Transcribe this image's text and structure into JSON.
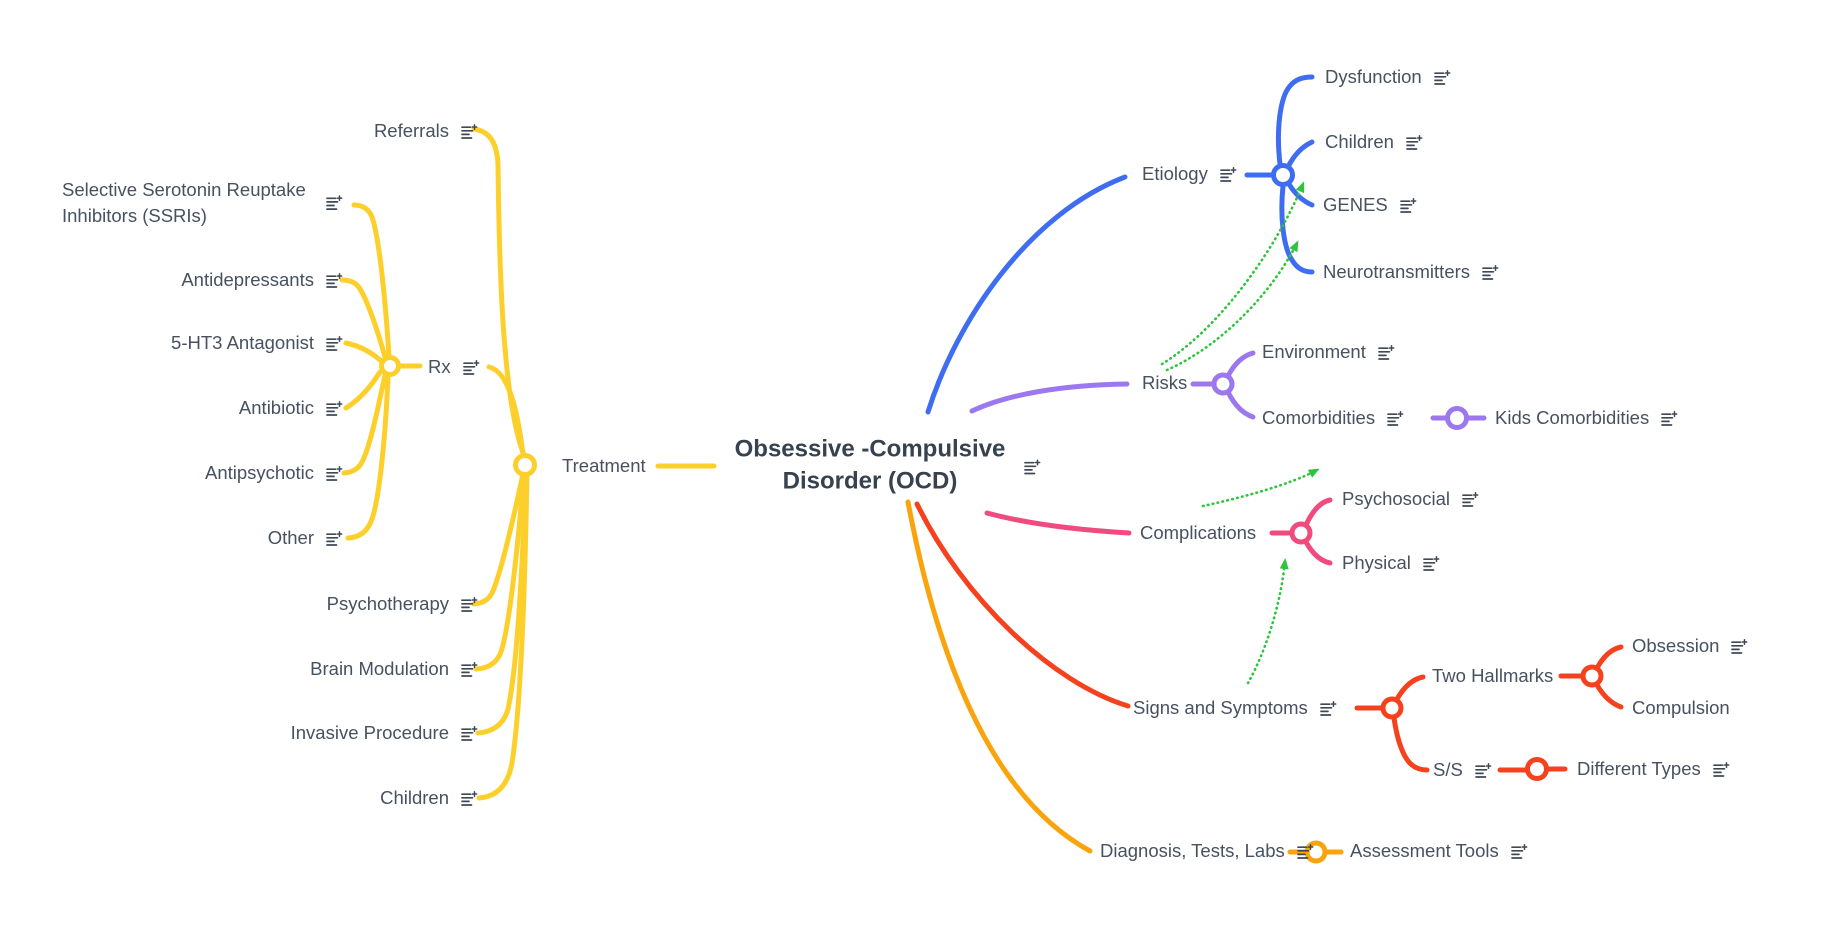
{
  "colors": {
    "yellow": "#FDCF2B",
    "orange": "#F9A40D",
    "blue": "#3E6DF1",
    "purple": "#9B78EE",
    "pink": "#F04A7E",
    "red": "#F5411D",
    "green": "#2EC43B",
    "text": "#475160",
    "title": "#37424F",
    "icon": "#3F4956",
    "background": "#FFFFFF"
  },
  "icons": {
    "note": "note-plus-icon"
  },
  "root": {
    "line1": "Obsessive -Compulsive",
    "line2": "Disorder (OCD)"
  },
  "nodes": {
    "referrals": {
      "label": "Referrals"
    },
    "ssris": {
      "label": "Selective Serotonin Reuptake Inhibitors (SSRIs)"
    },
    "antidepressants": {
      "label": "Antidepressants"
    },
    "ht3_antagonist": {
      "label": "5-HT3 Antagonist"
    },
    "rx": {
      "label": "Rx"
    },
    "antibiotic": {
      "label": "Antibiotic"
    },
    "antipsychotic": {
      "label": "Antipsychotic"
    },
    "other": {
      "label": "Other"
    },
    "treatment": {
      "label": "Treatment"
    },
    "psychotherapy": {
      "label": "Psychotherapy"
    },
    "brain_modulation": {
      "label": "Brain Modulation"
    },
    "invasive_procedure": {
      "label": "Invasive Procedure"
    },
    "children_treatment": {
      "label": "Children"
    },
    "etiology": {
      "label": "Etiology"
    },
    "dysfunction": {
      "label": "Dysfunction"
    },
    "children_etiology": {
      "label": "Children"
    },
    "genes": {
      "label": "GENES"
    },
    "neurotransmitters": {
      "label": "Neurotransmitters"
    },
    "risks": {
      "label": "Risks"
    },
    "environment": {
      "label": "Environment"
    },
    "comorbidities": {
      "label": "Comorbidities"
    },
    "kids_comorbidities": {
      "label": "Kids Comorbidities"
    },
    "complications": {
      "label": "Complications"
    },
    "psychosocial": {
      "label": "Psychosocial"
    },
    "physical": {
      "label": "Physical"
    },
    "signs_symptoms": {
      "label": "Signs and Symptoms"
    },
    "two_hallmarks": {
      "label": "Two Hallmarks"
    },
    "obsession": {
      "label": "Obsession"
    },
    "compulsion": {
      "label": "Compulsion"
    },
    "ss": {
      "label": "S/S"
    },
    "different_types": {
      "label": "Different Types"
    },
    "diagnosis": {
      "label": "Diagnosis, Tests, Labs"
    },
    "assessment_tools": {
      "label": "Assessment Tools"
    }
  }
}
